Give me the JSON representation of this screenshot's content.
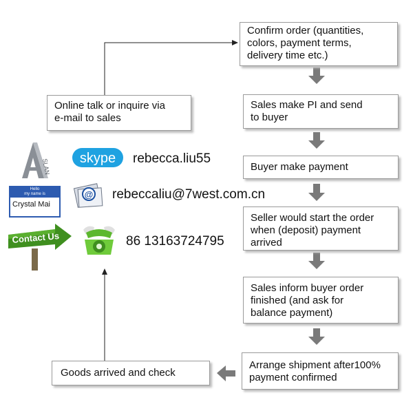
{
  "flow": {
    "confirm_order": "Confirm order (quantities,\ncolors, payment terms,\ndelivery time etc.)",
    "online_talk": "Online talk or inquire via\ne-mail to sales",
    "sales_make_pi": "Sales make PI and send\nto buyer",
    "buyer_payment": "Buyer make payment",
    "seller_start": "Seller would start the order\nwhen (deposit) payment\narrived",
    "sales_inform": "Sales inform buyer order\nfinished (and ask for\nbalance payment)",
    "arrange_shipment": "Arrange shipment after100%\n payment confirmed",
    "goods_arrived": "Goods arrived and check"
  },
  "contacts": {
    "skype_id": "rebecca.liu55",
    "email": "rebeccaliu@7west.com.cn",
    "phone": "86 13163724795",
    "skype_logo": "skype",
    "name_tag": "Crystal Mai",
    "name_tag_header": "Hello\nmy name is",
    "contact_sign": "Contact Us",
    "logo_letters": "SLAN"
  },
  "icons": [
    "skype-icon",
    "email-icon",
    "phone-icon",
    "arrow-down-icon",
    "arrow-left-icon"
  ],
  "colors": {
    "arrow_gray": "#7a7a7a",
    "skype_blue": "#1fa2e1",
    "phone_green": "#5cb82e",
    "sign_green": "#3f8f1f"
  }
}
